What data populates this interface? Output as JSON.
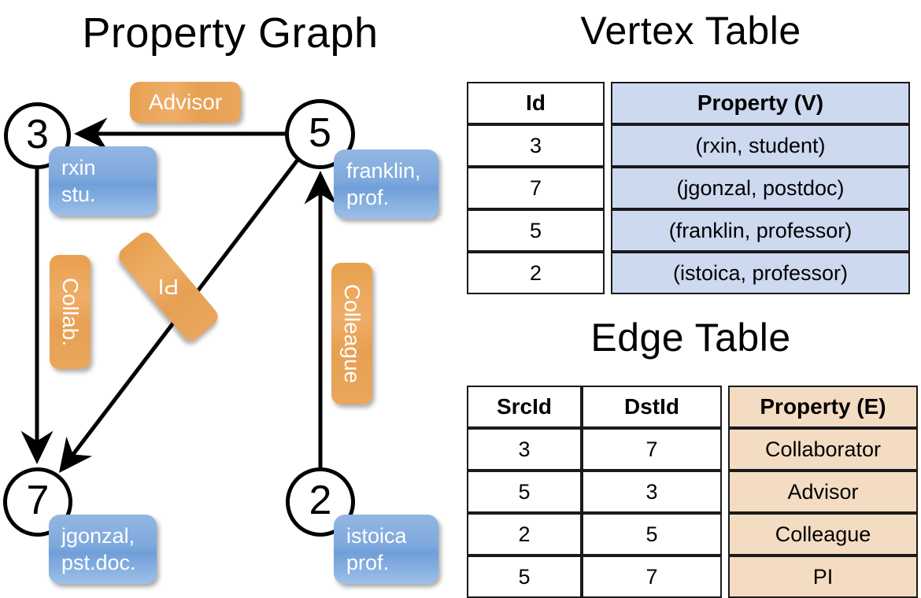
{
  "titles": {
    "property_graph": "Property Graph",
    "vertex_table": "Vertex Table",
    "edge_table": "Edge Table"
  },
  "graph": {
    "nodes": [
      {
        "id": "3",
        "property_lines": [
          "rxin",
          "stu."
        ]
      },
      {
        "id": "5",
        "property_lines": [
          "franklin,",
          "prof."
        ]
      },
      {
        "id": "7",
        "property_lines": [
          "jgonzal,",
          "pst.doc."
        ]
      },
      {
        "id": "2",
        "property_lines": [
          "istoica",
          "prof."
        ]
      }
    ],
    "edge_labels": [
      {
        "name": "advisor-chip",
        "text": "Advisor",
        "orientation": "horizontal"
      },
      {
        "name": "collab-chip",
        "text": "Collab.",
        "orientation": "vertical"
      },
      {
        "name": "pi-chip",
        "text": "PI",
        "orientation": "rotated"
      },
      {
        "name": "colleague-chip",
        "text": "Colleague",
        "orientation": "vertical"
      }
    ]
  },
  "vertex_table": {
    "headers": [
      "Id",
      "Property (V)"
    ],
    "rows": [
      {
        "id": "3",
        "property": "(rxin, student)"
      },
      {
        "id": "7",
        "property": "(jgonzal, postdoc)"
      },
      {
        "id": "5",
        "property": "(franklin, professor)"
      },
      {
        "id": "2",
        "property": "(istoica, professor)"
      }
    ]
  },
  "edge_table": {
    "headers": [
      "SrcId",
      "DstId",
      "Property (E)"
    ],
    "rows": [
      {
        "src": "3",
        "dst": "7",
        "property": "Collaborator"
      },
      {
        "src": "5",
        "dst": "3",
        "property": "Advisor"
      },
      {
        "src": "2",
        "dst": "5",
        "property": "Colleague"
      },
      {
        "src": "5",
        "dst": "7",
        "property": "PI"
      }
    ]
  },
  "colors": {
    "vertex_property_fill": "#ccd9ef",
    "edge_property_fill": "#f4dcc3",
    "node_callout_blue": "#7ea9dd",
    "edge_chip_orange": "#e8a04f",
    "stroke": "#000000"
  }
}
